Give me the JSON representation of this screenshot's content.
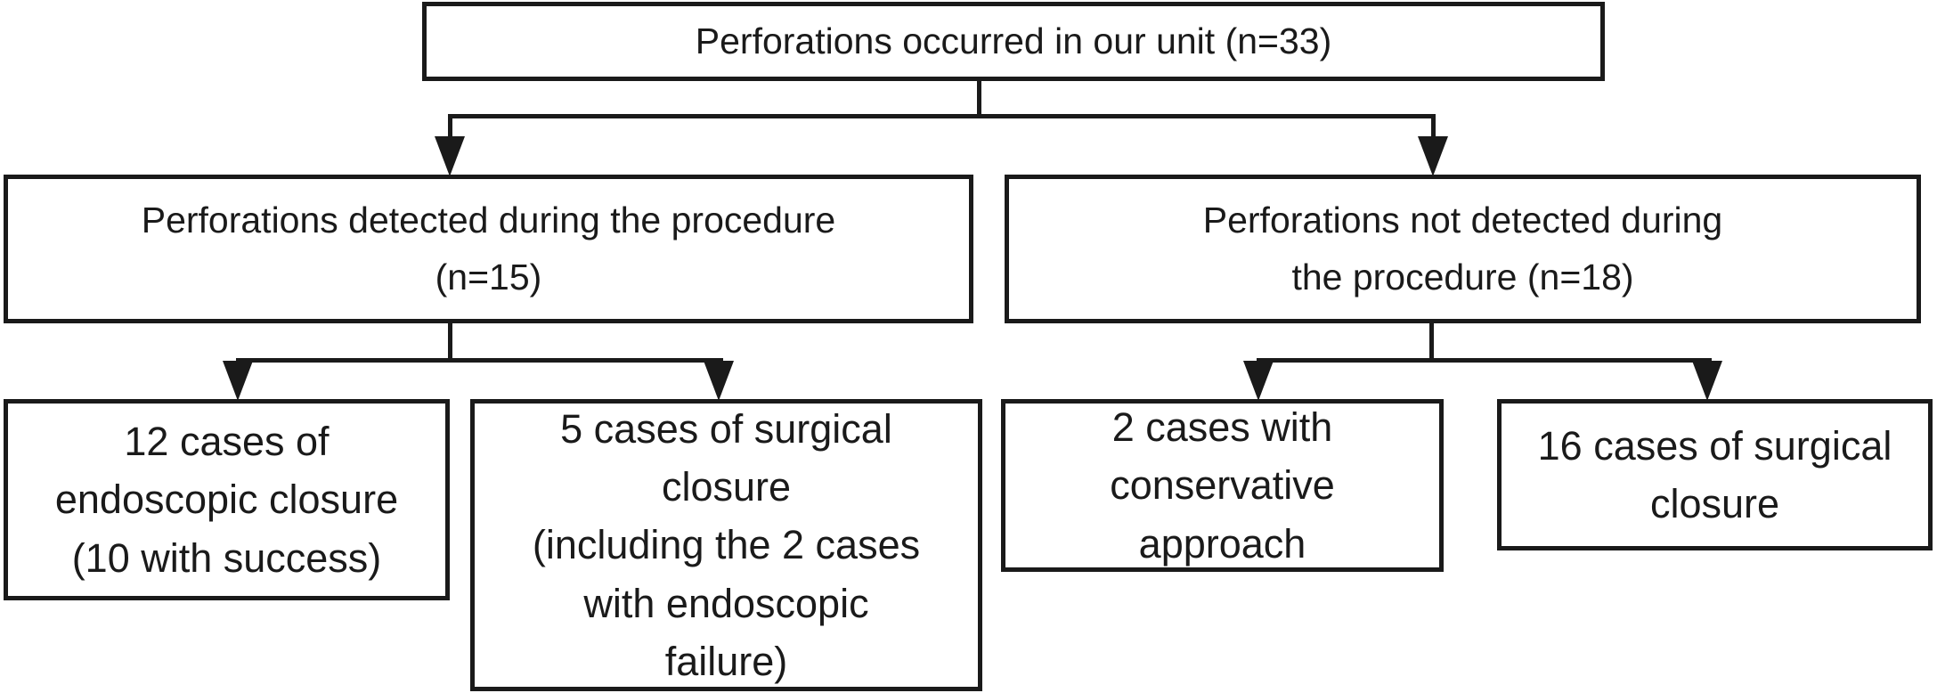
{
  "diagram": {
    "type": "flowchart",
    "background_color": "#ffffff",
    "line_color": "#1a1a1a",
    "text_color": "#1a1a1a",
    "nodes": {
      "root": {
        "label": "Perforations occurred in our unit (n=33)",
        "n": 33
      },
      "detected": {
        "label": "Perforations detected during the procedure\n(n=15)",
        "n": 15
      },
      "not_detected": {
        "label": "Perforations not detected during\nthe procedure (n=18)",
        "n": 18
      },
      "endoscopic_closure": {
        "label": "12 cases of\nendoscopic closure\n(10 with success)",
        "n": 12
      },
      "surgical_closure_detected": {
        "label": "5 cases of surgical\nclosure\n(including the 2 cases\nwith endoscopic\nfailure)",
        "n": 5
      },
      "conservative_approach": {
        "label": "2 cases with\nconservative\napproach",
        "n": 2
      },
      "surgical_closure_not_detected": {
        "label": "16 cases of surgical\nclosure",
        "n": 16
      }
    },
    "edges": [
      {
        "from": "root",
        "to": "detected"
      },
      {
        "from": "root",
        "to": "not_detected"
      },
      {
        "from": "detected",
        "to": "endoscopic_closure"
      },
      {
        "from": "detected",
        "to": "surgical_closure_detected"
      },
      {
        "from": "not_detected",
        "to": "conservative_approach"
      },
      {
        "from": "not_detected",
        "to": "surgical_closure_not_detected"
      }
    ]
  }
}
